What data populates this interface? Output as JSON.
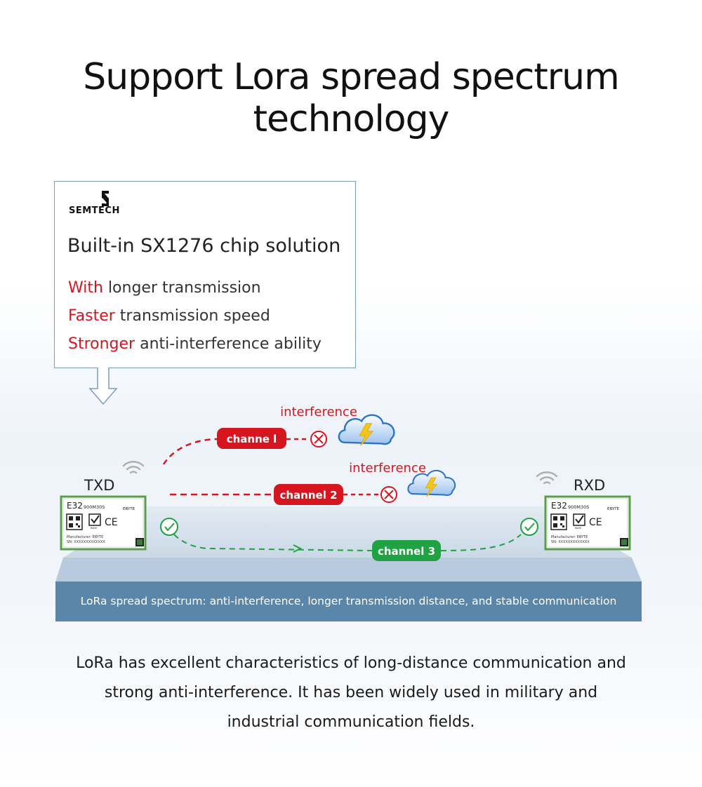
{
  "title": "Support Lora spread spectrum technology",
  "callout": {
    "brand": "SEMTECH",
    "heading": "Built-in SX1276 chip solution",
    "features": [
      {
        "highlight": "With",
        "text": " longer transmission"
      },
      {
        "highlight": "Faster",
        "text": " transmission speed"
      },
      {
        "highlight": "Stronger",
        "text": " anti-interference ability"
      }
    ]
  },
  "diagram": {
    "tx_label": "TXD",
    "rx_label": "RXD",
    "interference_label": "interference",
    "channels": [
      {
        "label": "channe l",
        "status": "blocked"
      },
      {
        "label": "channel 2",
        "status": "blocked"
      },
      {
        "label": "channel 3",
        "status": "ok"
      }
    ],
    "module": {
      "model": "E32",
      "variant": "900M30S",
      "brand": "EBYTE",
      "manufacturer": "Manufacturer: EBYTE",
      "serial": "SN: XXXXXXXXXXXXX",
      "ce_mark": "CE",
      "rohs_mark": "RoHS"
    },
    "band_text": "LoRa spread spectrum: anti-interference, longer transmission distance, and stable communication"
  },
  "description": [
    "LoRa has excellent characteristics of long-distance communication and",
    "strong anti-interference. It has been widely used in military and",
    "industrial communication fields."
  ],
  "colors": {
    "red": "#d7151e",
    "green": "#20a142",
    "band": "#5a86aa",
    "callout_border": "#7a9cc4",
    "cloud": "#2f73c4"
  }
}
